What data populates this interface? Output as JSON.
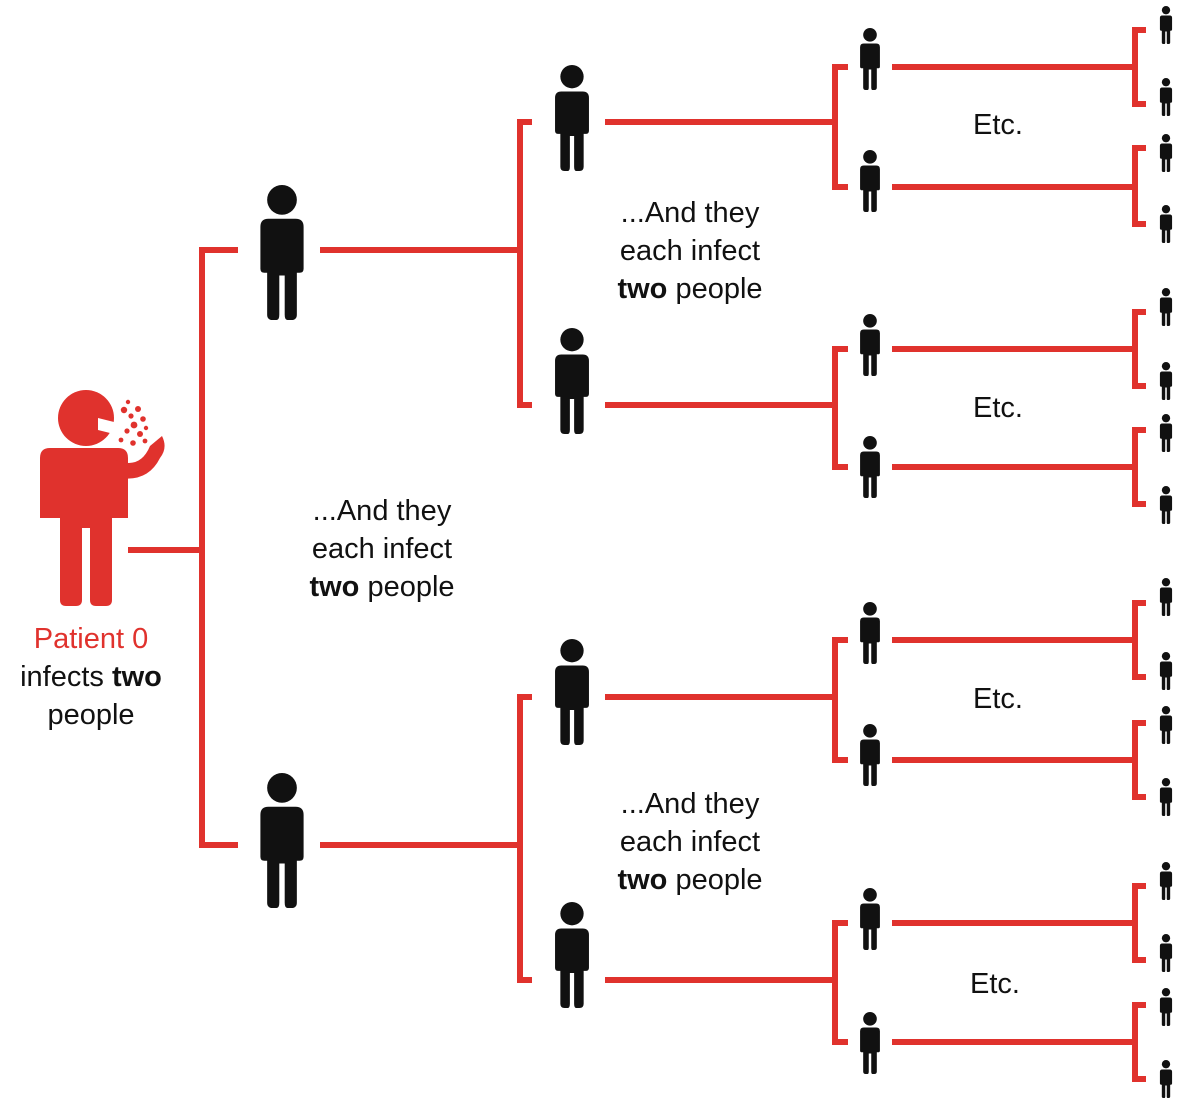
{
  "colors": {
    "branch": "#e0322d",
    "patient": "#e0322d",
    "person": "#111111",
    "text": "#111111"
  },
  "patient": {
    "name": "Patient 0",
    "line2_pre": "infects ",
    "line2_bold": "two",
    "line3": "people"
  },
  "spread_label": {
    "line1": "...And they",
    "line2": "each infect",
    "bold": "two",
    "rest": " people"
  },
  "etc_label": "Etc.",
  "icons": {
    "patient": "coughing-person-icon",
    "person": "person-icon"
  }
}
